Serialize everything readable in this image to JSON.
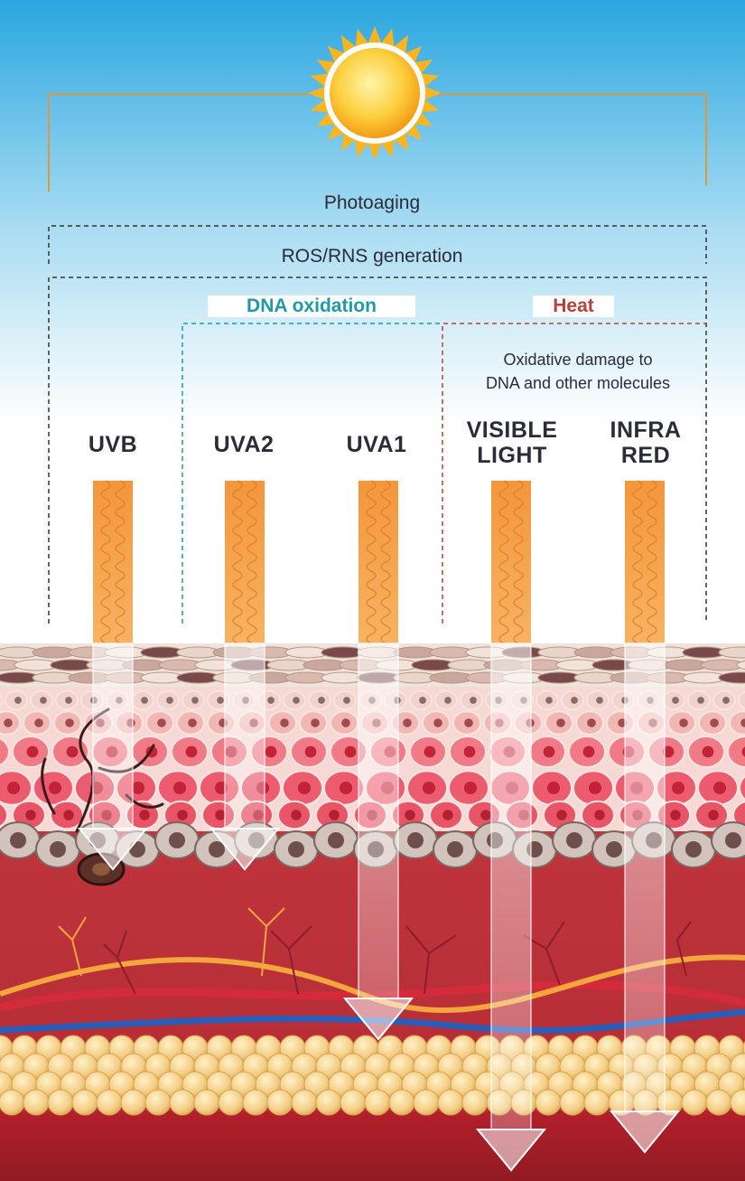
{
  "header": {
    "photoaging": "Photoaging",
    "ros_rns": "ROS/RNS generation",
    "dna_oxidation": "DNA oxidation",
    "heat": "Heat",
    "oxidative_line1": "Oxidative damage to",
    "oxidative_line2": "DNA and other molecules"
  },
  "rays": [
    {
      "id": "uvb",
      "line1": "UVB",
      "line2": ""
    },
    {
      "id": "uva2",
      "line1": "UVA2",
      "line2": ""
    },
    {
      "id": "uva1",
      "line1": "UVA1",
      "line2": ""
    },
    {
      "id": "visible",
      "line1": "VISIBLE",
      "line2": "LIGHT"
    },
    {
      "id": "infra",
      "line1": "INFRA",
      "line2": "RED"
    }
  ],
  "colors": {
    "sky_top": "#2aa6e0",
    "sky_bottom": "#ffffff",
    "sun": "#f8b520",
    "bracket": "#d89a3a",
    "dna_oxidation": "#1f9aa6",
    "heat": "#b8403a",
    "ray_orange": "#f5a24a",
    "dermis": "#c0303a",
    "fat": "#f3cc82",
    "skin_cell": "#ec5b6e",
    "basal_cell": "#c9bdb5"
  }
}
